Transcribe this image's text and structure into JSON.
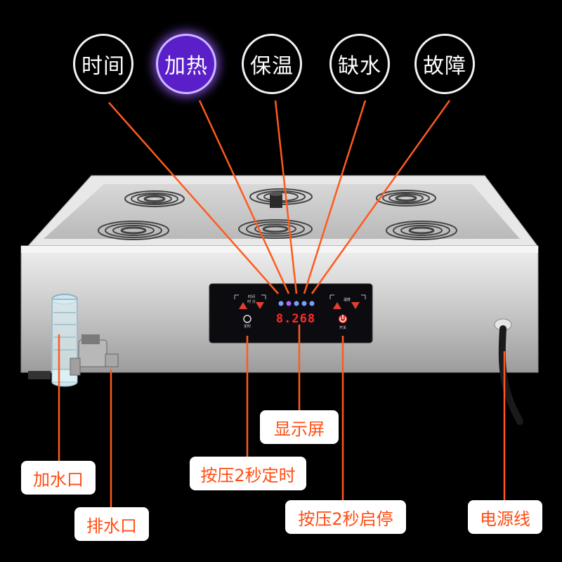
{
  "indicators": [
    {
      "label": "时间",
      "active": false
    },
    {
      "label": "加热",
      "active": true
    },
    {
      "label": "保温",
      "active": false
    },
    {
      "label": "缺水",
      "active": false
    },
    {
      "label": "故障",
      "active": false
    }
  ],
  "labels": {
    "display": "显示屏",
    "timer": "按压2秒定时",
    "water_inlet": "加水口",
    "power_toggle": "按压2秒启停",
    "drain": "排水口",
    "power_cord": "电源线"
  },
  "panel": {
    "display_value": "8.268",
    "left_top_label": "时间",
    "left_top_sub": "时 分",
    "left_bottom_label": "定时",
    "right_top_label": "温度",
    "right_bottom_label": "开关"
  },
  "colors": {
    "accent": "#ff4d12",
    "active_indicator": "#5b1fc9",
    "display_digits": "#ff2a2a",
    "panel_bg": "#0c0c10"
  }
}
